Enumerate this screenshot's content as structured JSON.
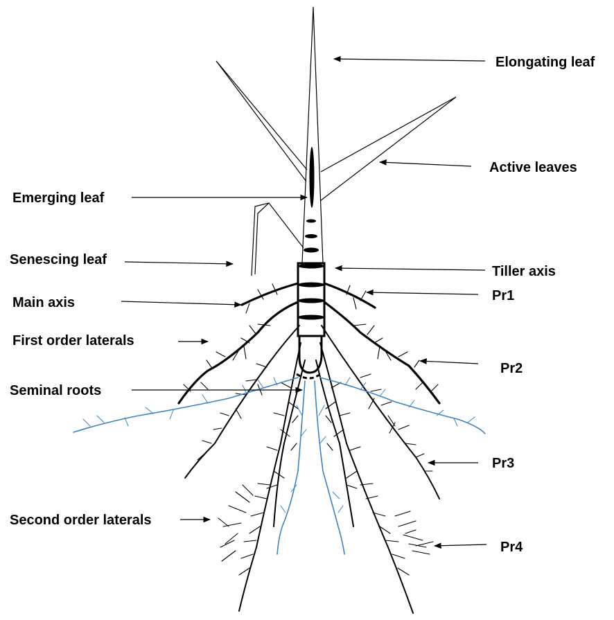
{
  "labels": {
    "elongating_leaf": "Elongating leaf",
    "active_leaves": "Active leaves",
    "emerging_leaf": "Emerging leaf",
    "senescing_leaf": "Senescing leaf",
    "tiller_axis": "Tiller axis",
    "main_axis": "Main axis",
    "pr1": "Pr1",
    "first_order_laterals": "First order laterals",
    "pr2": "Pr2",
    "seminal_roots": "Seminal roots",
    "pr3": "Pr3",
    "second_order_laterals": "Second order laterals",
    "pr4": "Pr4"
  },
  "colors": {
    "ink": "#000000",
    "seminal_root": "#3b82c4",
    "background": "#ffffff"
  }
}
